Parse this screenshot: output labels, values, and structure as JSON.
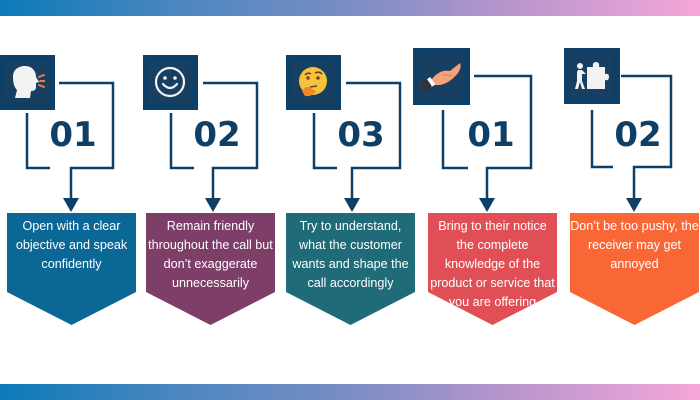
{
  "decor": {
    "gradient_start": "#0a7bb8",
    "gradient_end": "#f5a6d8",
    "icon_bg": "#0e3f66",
    "connector_color": "#0e3f66"
  },
  "steps": [
    {
      "icon": "speaking-head-icon",
      "number": "01",
      "text": "Open with a clear objective and speak confidently",
      "color": "#0b6796"
    },
    {
      "icon": "smiley-face-icon",
      "number": "02",
      "text": "Remain friendly throughout the call but don’t exaggerate unnecessarily",
      "color": "#7d3f68"
    },
    {
      "icon": "thinking-face-icon",
      "number": "03",
      "text": "Try to understand, what the customer wants and shape the call accordingly",
      "color": "#1f6b78"
    },
    {
      "icon": "offering-hand-icon",
      "number": "01",
      "text": "Bring to their notice the complete knowledge of the product or service that you are offering",
      "color": "#e04f55"
    },
    {
      "icon": "person-pushing-puzzle-icon",
      "number": "02",
      "text": "Don’t be too pushy, the receiver may get annoyed",
      "color": "#fa6737"
    }
  ]
}
